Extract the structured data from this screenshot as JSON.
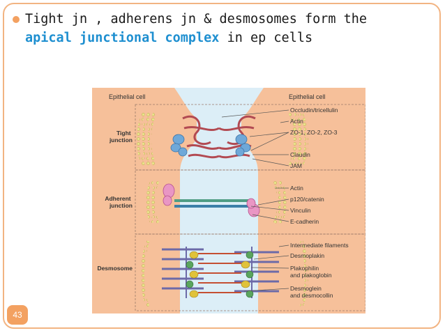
{
  "slide": {
    "line1": "Tight jn , adherens jn & desmosomes form the",
    "highlight": "apical junctional complex",
    "line2_rest": " in ep cells",
    "page_number": "43"
  },
  "figure": {
    "cell_left": "Epithelial cell",
    "cell_right": "Epithelial cell",
    "region_tight": [
      "Tight",
      "junction"
    ],
    "region_adherent": [
      "Adherent",
      "junction"
    ],
    "region_desmosome": "Desmosome",
    "labels_tight": [
      "Occludin/tricellulin",
      "Actin",
      "ZO-1, ZO-2, ZO-3",
      "Claudin",
      "JAM"
    ],
    "labels_adherent": [
      "Actin",
      "p120/catenin",
      "Vinculin",
      "E-cadherin"
    ],
    "labels_desmosome": [
      "Intermediate filaments",
      "Desmoplakin",
      "Plakophilin",
      "and plakoglobin",
      "Desmoglein",
      "and desmocollin"
    ]
  },
  "colors": {
    "accent": "#f3a161",
    "highlight_text": "#1e8fd0",
    "cell_fill": "#f6c09a",
    "gap_fill": "#dceef7"
  }
}
